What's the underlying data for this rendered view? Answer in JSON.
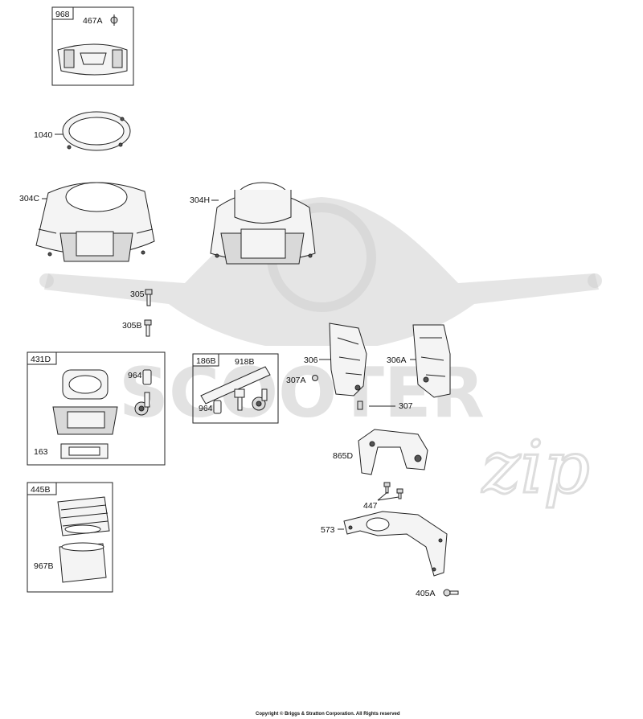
{
  "watermark": {
    "text": "SCOOTER",
    "script": "zip"
  },
  "copyright": "Copyright © Briggs & Stratton Corporation. All Rights reserved",
  "colors": {
    "line": "#222222",
    "fill": "#f4f4f4",
    "watermark": "#cfcfcf"
  },
  "boxes": {
    "b968": "968",
    "b431D": "431D",
    "b186B": "186B",
    "b445B": "445B"
  },
  "callouts": {
    "c467A": "467A",
    "c1040": "1040",
    "c304C": "304C",
    "c304H": "304H",
    "c305": "305",
    "c305B": "305B",
    "c964a": "964",
    "c163": "163",
    "c918B": "918B",
    "c964b": "964",
    "c306": "306",
    "c306A": "306A",
    "c307A": "307A",
    "c307": "307",
    "c865D": "865D",
    "c447": "447",
    "c573": "573",
    "c967B": "967B",
    "c405A": "405A"
  }
}
